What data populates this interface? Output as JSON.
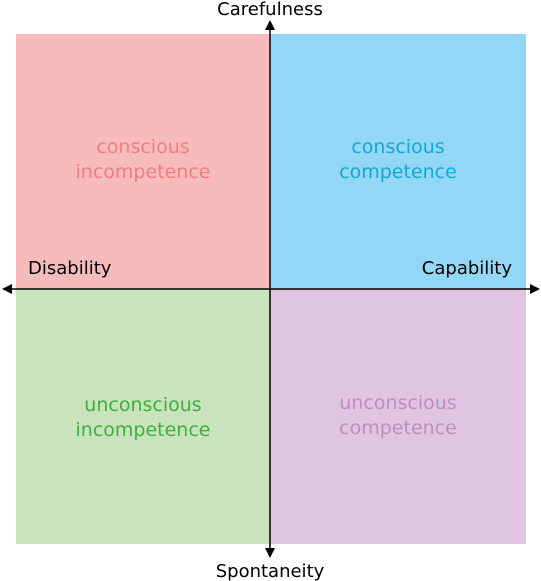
{
  "axes": {
    "top": "Carefulness",
    "bottom": "Spontaneity",
    "left": "Disability",
    "right": "Capability"
  },
  "quadrants": {
    "top_left": {
      "line1": "conscious",
      "line2": "incompetence",
      "fill_color": "#f8bbbb",
      "text_color": "#f07f7f"
    },
    "top_right": {
      "line1": "conscious",
      "line2": "competence",
      "fill_color": "#93d7f6",
      "text_color": "#12a9d5"
    },
    "bottom_left": {
      "line1": "unconscious",
      "line2": "incompetence",
      "fill_color": "#c9e3bc",
      "text_color": "#3cb23c"
    },
    "bottom_right": {
      "line1": "unconscious",
      "line2": "competence",
      "fill_color": "#dfc5e0",
      "text_color": "#c38bc4"
    }
  },
  "colors": {
    "axis": "#000000",
    "background": "#ffffff"
  }
}
